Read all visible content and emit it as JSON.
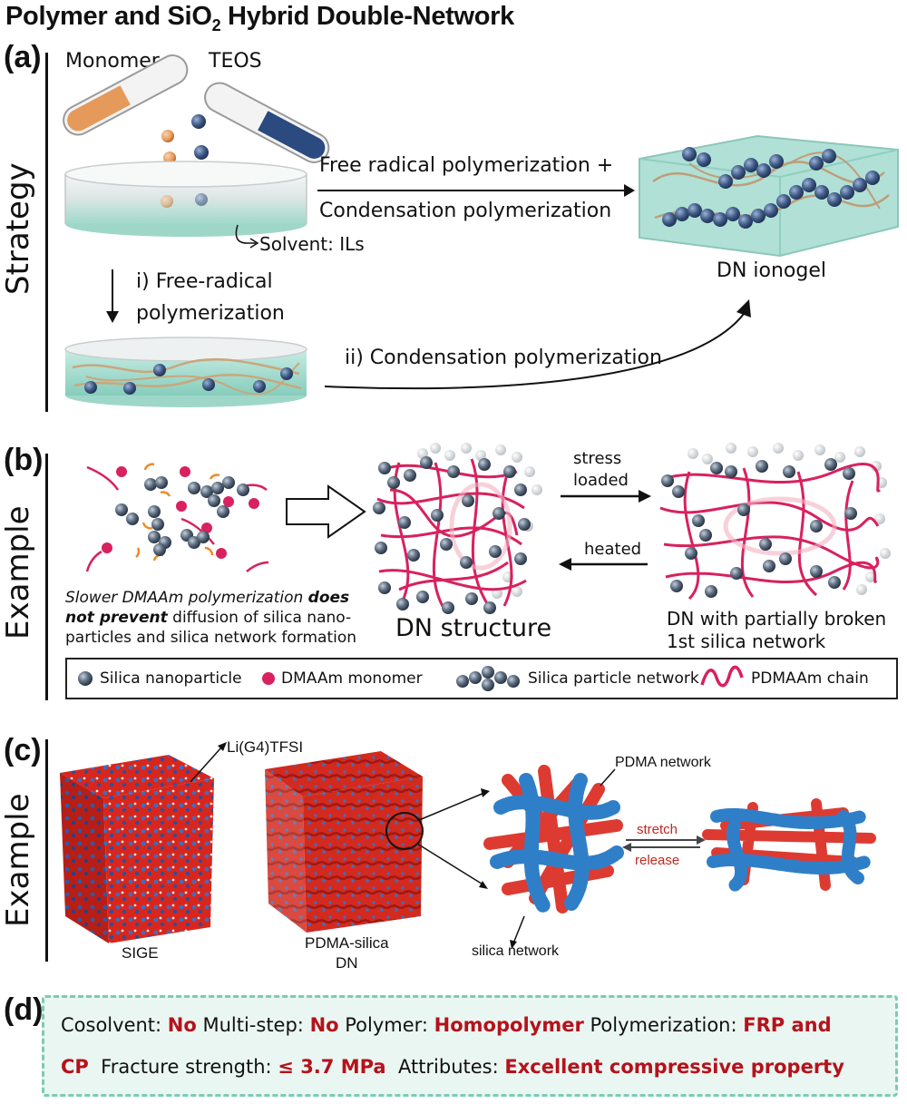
{
  "title": {
    "text": "Polymer and SiO",
    "sub": "2",
    "rest": " Hybrid Double-Network"
  },
  "panel_a": {
    "label": "(a)",
    "side": "Strategy",
    "monomer": "Monomer",
    "teos": "TEOS",
    "arrow_top": "Free radical polymerization +",
    "arrow_bottom": "Condensation polymerization",
    "solvent": "Solvent: ILs",
    "step1_line1": "i) Free-radical",
    "step1_line2": "polymerization",
    "step2": "ii) Condensation polymerization",
    "product": "DN ionogel"
  },
  "panel_b": {
    "label": "(b)",
    "side": "Example",
    "stress": "stress",
    "loaded": "loaded",
    "heated": "heated",
    "caption_l1a": "Slower DMAAm polymerization ",
    "caption_l1b": "does",
    "caption_l2a": "not prevent",
    "caption_l2b": " diffusion of silica nano-",
    "caption_l3": "particles and silica network formation",
    "dn_structure": "DN structure",
    "broken_l1": "DN with partially broken",
    "broken_l2": "1st silica network",
    "legend": [
      "Silica nanoparticle",
      "DMAAm monomer",
      "Silica particle network",
      "PDMAAm chain"
    ]
  },
  "panel_c": {
    "label": "(c)",
    "side": "Example",
    "lig4": "Li(G4)TFSI",
    "sige": "SIGE",
    "pdma_l1": "PDMA-silica",
    "pdma_l2": "DN",
    "pdma_network": "PDMA network",
    "silica_network": "silica network",
    "stretch": "stretch",
    "release": "release"
  },
  "panel_d": {
    "label": "(d)",
    "cosolvent_k": "Cosolvent: ",
    "cosolvent_v": "No",
    "multistep_k": " Multi-step: ",
    "multistep_v": "No",
    "polymer_k": " Polymer: ",
    "polymer_v": "Homopolymer",
    "polym_k": " Polymerization: ",
    "polym_v1": "FRP and",
    "polym_v2": "CP",
    "fracture_k": "  Fracture strength: ",
    "fracture_v": "≤ 3.7 MPa",
    "attr_k": "  Attributes: ",
    "attr_v": "Excellent compressive property"
  },
  "colors": {
    "silica": "#3f5a86",
    "monomer_orange": "#e59a5c",
    "gel": "#a9ddd2",
    "pdmaam": "#d8215e",
    "pdma_red": "#d9261c",
    "silica_blue": "#2f7fc8",
    "dashed_border": "#7ccbb5",
    "highlight_red": "#b5121b"
  }
}
